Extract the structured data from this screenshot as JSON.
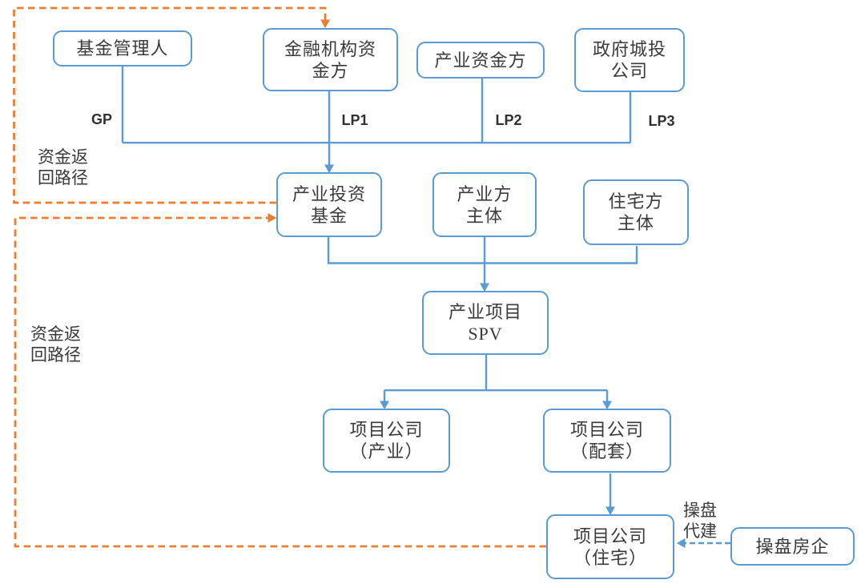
{
  "nodes": {
    "fund_manager": {
      "label": "基金管理人"
    },
    "financial_investor": {
      "label": "金融机构资\n金方"
    },
    "industry_investor": {
      "label": "产业资金方"
    },
    "gov_investor": {
      "label": "政府城投\n公司"
    },
    "industry_fund": {
      "label": "产业投资\n基金"
    },
    "industry_entity": {
      "label": "产业方\n主体"
    },
    "residential_entity": {
      "label": "住宅方\n主体"
    },
    "spv": {
      "label": "产业项目\nSPV"
    },
    "pc_industry": {
      "label": "项目公司\n（产业）"
    },
    "pc_supporting": {
      "label": "项目公司\n（配套）"
    },
    "pc_residential": {
      "label": "项目公司\n（住宅）"
    },
    "operator_developer": {
      "label": "操盘房企"
    }
  },
  "edge_labels": {
    "gp": "GP",
    "lp1": "LP1",
    "lp2": "LP2",
    "lp3": "LP3",
    "return_path_upper": "资金返\n回路径",
    "return_path_lower": "资金返\n回路径",
    "operate_build": "操盘\n代建"
  },
  "edges": [
    {
      "from": "基金管理人",
      "to": "产业投资基金",
      "label": "GP",
      "style": "solid"
    },
    {
      "from": "金融机构资金方",
      "to": "产业投资基金",
      "label": "LP1",
      "style": "solid"
    },
    {
      "from": "产业资金方",
      "to": "产业投资基金",
      "label": "LP2",
      "style": "solid"
    },
    {
      "from": "政府城投公司",
      "to": "产业投资基金",
      "label": "LP3",
      "style": "solid"
    },
    {
      "from": "产业投资基金",
      "to": "产业项目SPV",
      "style": "solid"
    },
    {
      "from": "产业方主体",
      "to": "产业项目SPV",
      "style": "solid"
    },
    {
      "from": "住宅方主体",
      "to": "产业项目SPV",
      "style": "solid"
    },
    {
      "from": "产业项目SPV",
      "to": "项目公司（产业）",
      "style": "solid"
    },
    {
      "from": "产业项目SPV",
      "to": "项目公司（配套）",
      "style": "solid"
    },
    {
      "from": "项目公司（配套）",
      "to": "项目公司（住宅）",
      "style": "solid"
    },
    {
      "from": "操盘房企",
      "to": "项目公司（住宅）",
      "label": "操盘代建",
      "style": "dashed-blue"
    },
    {
      "from": "产业投资基金",
      "to": "金融机构资金方",
      "label": "资金返回路径",
      "style": "dashed-orange"
    },
    {
      "from": "项目公司（住宅）",
      "to": "产业投资基金",
      "label": "资金返回路径",
      "style": "dashed-orange"
    }
  ],
  "colors": {
    "node_border": "#5B9BD5",
    "connector_blue": "#5B9BD5",
    "return_path_orange": "#ED7D31",
    "text": "#3A3A3A"
  }
}
